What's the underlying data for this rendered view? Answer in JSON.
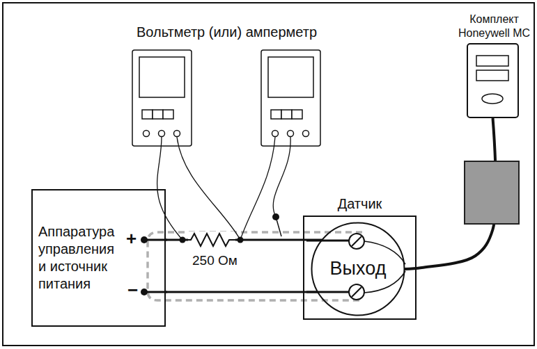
{
  "diagram": {
    "nodes": [
      {
        "text": [
          "Аппаратура управления и источник питания"
        ]
      },
      {
        "text": [
          "Датчик"
        ]
      },
      {
        "text": [
          "Выход"
        ],
        "in": 1
      },
      {
        "text": [
          "Комплект Honeywell MC"
        ]
      }
    ],
    "edges": [
      {
        "from": 0,
        "to": 2,
        "arrow": "none"
      },
      {
        "from": 0,
        "to": 2,
        "arrow": "none"
      },
      {
        "from": 3,
        "to": 2,
        "arrow": "none"
      }
    ],
    "labels": [
      "Вольтметр (или) амперметр",
      "+",
      "−",
      "250 Ом"
    ]
  }
}
